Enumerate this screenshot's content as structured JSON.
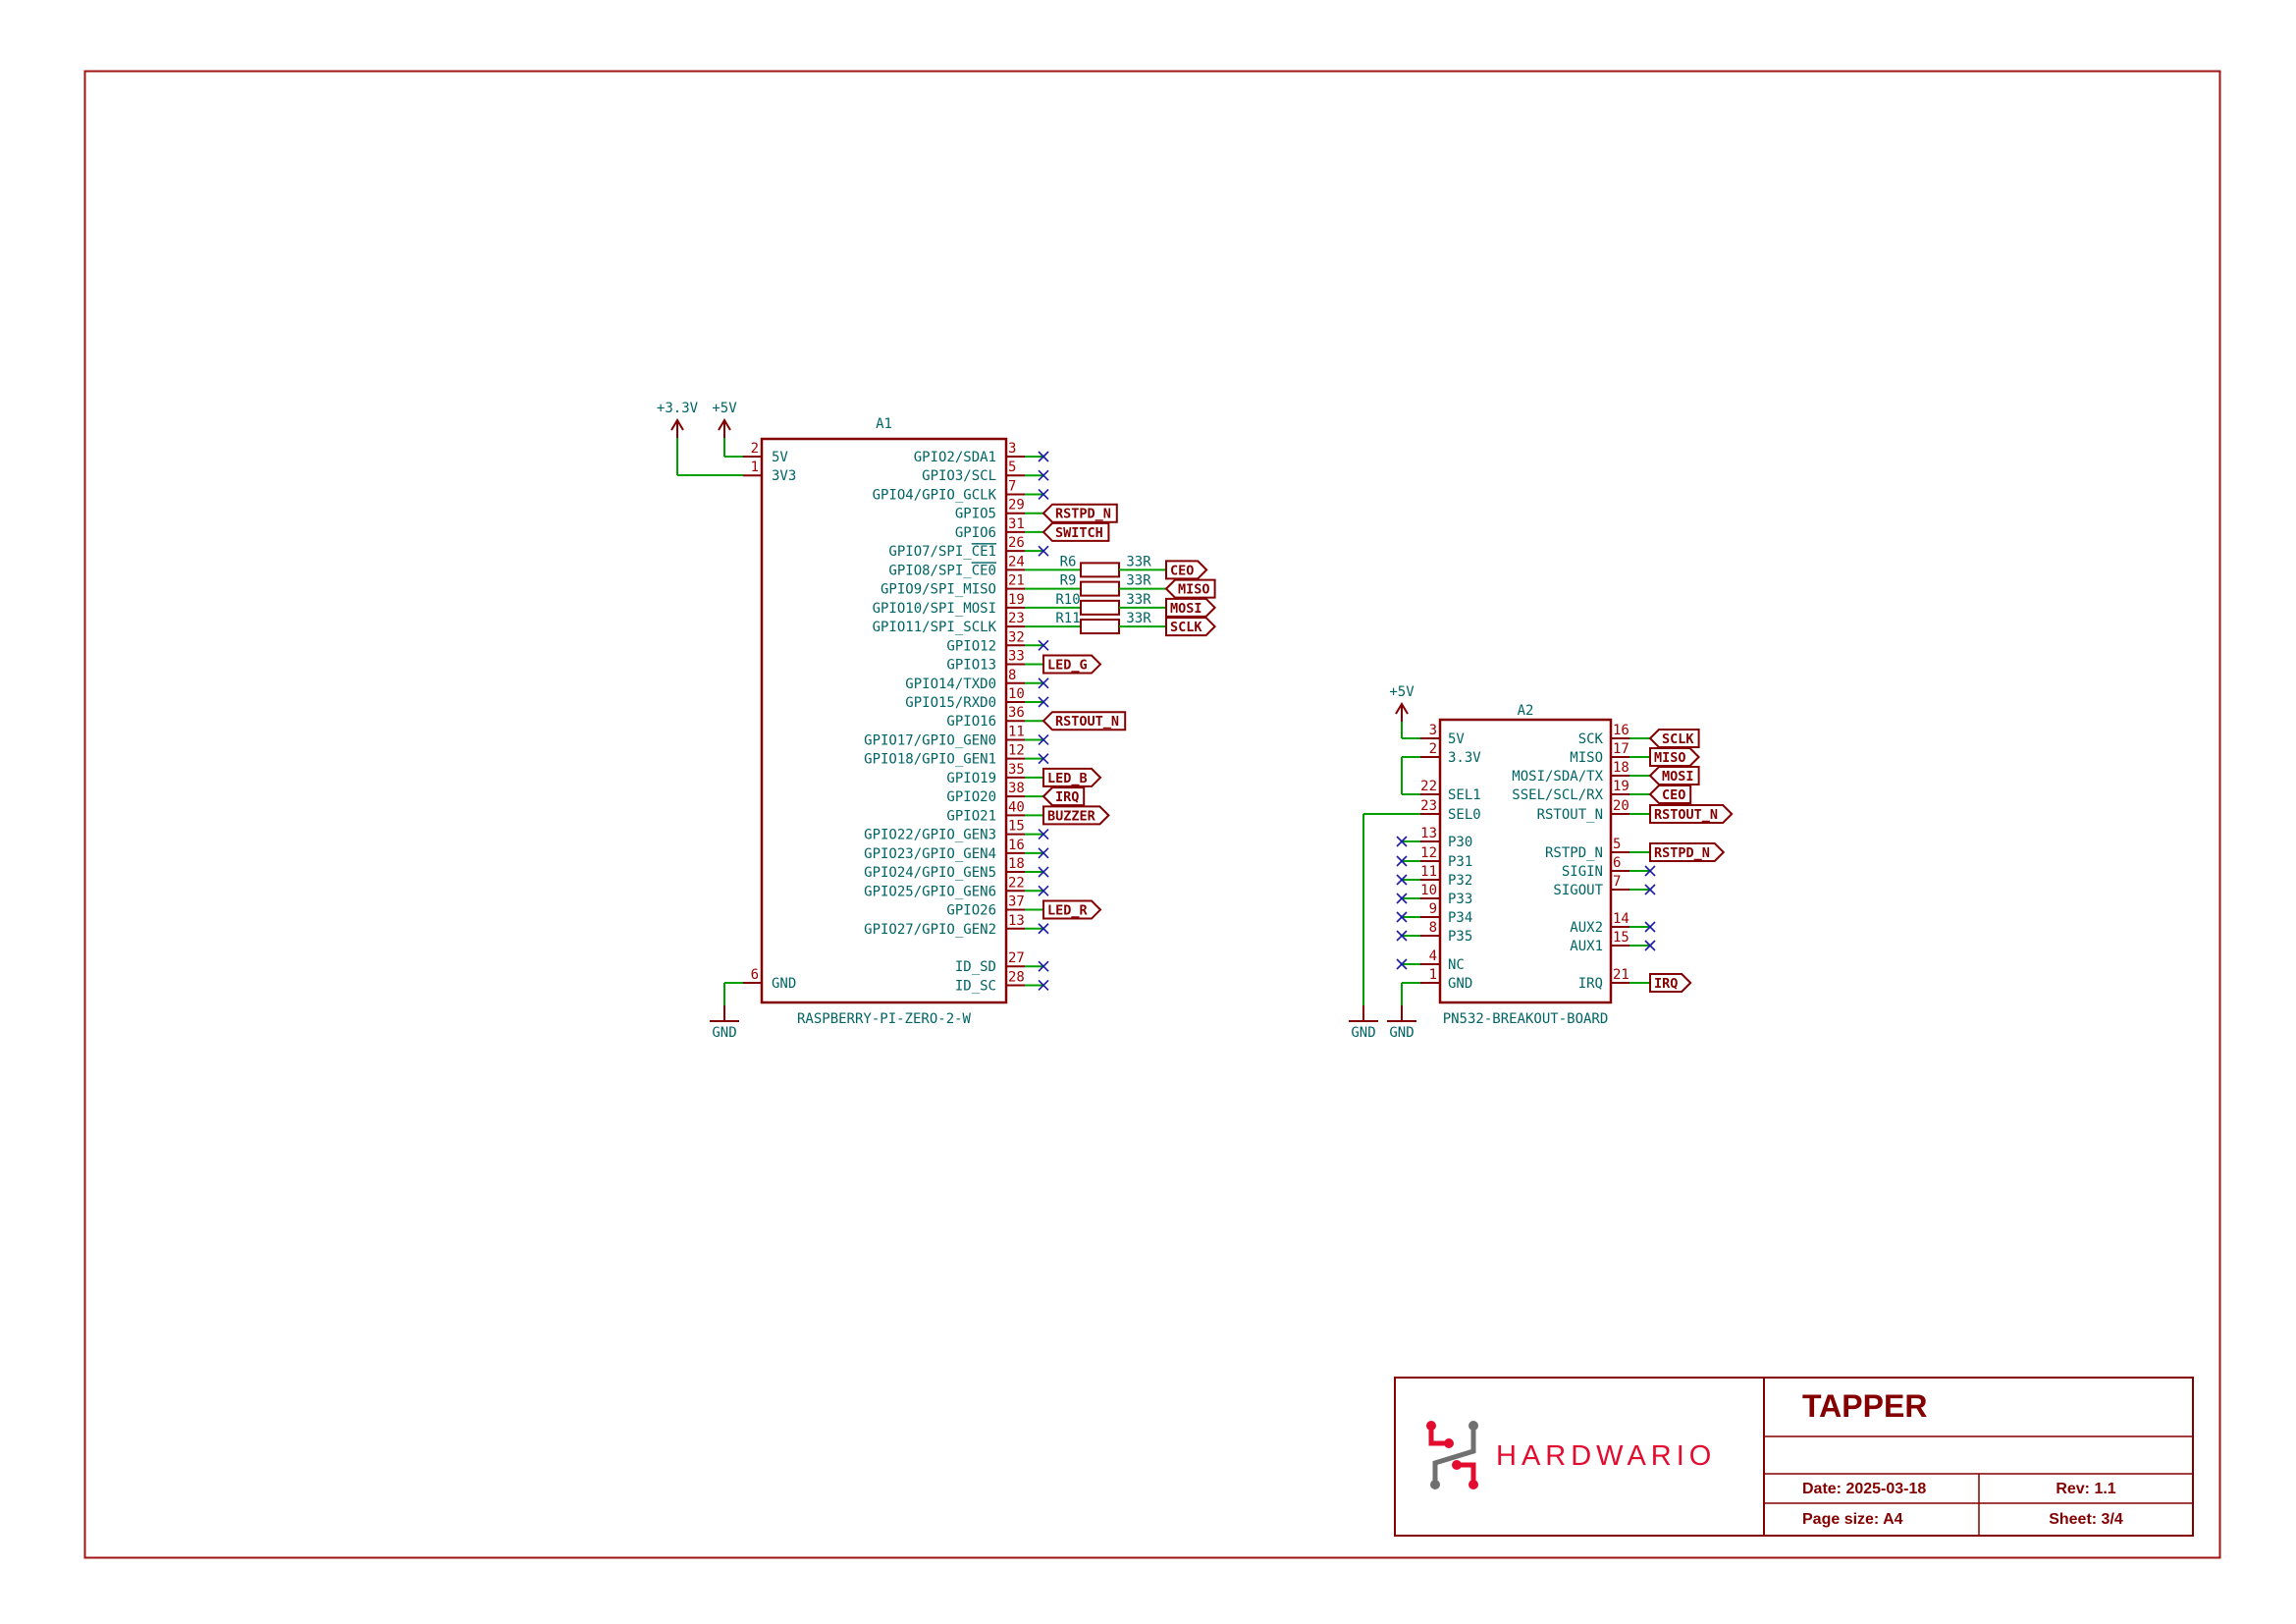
{
  "colors": {
    "symbol": "#840000",
    "wire": "#00a000",
    "text": "#006464",
    "pin_number": "#a00000",
    "no_connect": "#1a1aa8",
    "frame": "#a01414",
    "logo_red": "#e30b2e",
    "logo_gray": "#707070"
  },
  "power": {
    "v33": "+3.3V",
    "v5": "+5V",
    "v5_a2": "+5V",
    "gnd_a1": "GND",
    "gnd_a2_sel0": "GND",
    "gnd_a2": "GND"
  },
  "a1": {
    "ref": "A1",
    "value": "RASPBERRY-PI-ZERO-2-W",
    "left_pins": [
      {
        "num": "2",
        "name": "5V"
      },
      {
        "num": "1",
        "name": "3V3"
      },
      {
        "num": "6",
        "name": "GND"
      }
    ],
    "right_pins": [
      {
        "num": "3",
        "name": "GPIO2/SDA1",
        "conn": "nc"
      },
      {
        "num": "5",
        "name": "GPIO3/SCL",
        "conn": "nc"
      },
      {
        "num": "7",
        "name": "GPIO4/GPIO_GCLK",
        "conn": "nc"
      },
      {
        "num": "29",
        "name": "GPIO5",
        "conn": "label",
        "label": "RSTPD_N",
        "shape": "in"
      },
      {
        "num": "31",
        "name": "GPIO6",
        "conn": "label",
        "label": "SWITCH",
        "shape": "in"
      },
      {
        "num": "26",
        "name": "GPIO7/SPI_",
        "overline": "CE1",
        "conn": "nc"
      },
      {
        "num": "24",
        "name": "GPIO8/SPI_",
        "overline": "CE0",
        "conn": "res",
        "ref": "R6",
        "value": "33R",
        "label": "CEO",
        "shape": "out"
      },
      {
        "num": "21",
        "name": "GPIO9/SPI_MISO",
        "conn": "res",
        "ref": "R9",
        "value": "33R",
        "label": "MISO",
        "shape": "in"
      },
      {
        "num": "19",
        "name": "GPIO10/SPI_MOSI",
        "conn": "res",
        "ref": "R10",
        "value": "33R",
        "label": "MOSI",
        "shape": "out"
      },
      {
        "num": "23",
        "name": "GPIO11/SPI_SCLK",
        "conn": "res",
        "ref": "R11",
        "value": "33R",
        "label": "SCLK",
        "shape": "out"
      },
      {
        "num": "32",
        "name": "GPIO12",
        "conn": "nc"
      },
      {
        "num": "33",
        "name": "GPIO13",
        "conn": "label",
        "label": "LED_G",
        "shape": "out"
      },
      {
        "num": "8",
        "name": "GPIO14/TXD0",
        "conn": "nc"
      },
      {
        "num": "10",
        "name": "GPIO15/RXD0",
        "conn": "nc"
      },
      {
        "num": "36",
        "name": "GPIO16",
        "conn": "label",
        "label": "RSTOUT_N",
        "shape": "in"
      },
      {
        "num": "11",
        "name": "GPIO17/GPIO_GEN0",
        "conn": "nc"
      },
      {
        "num": "12",
        "name": "GPIO18/GPIO_GEN1",
        "conn": "nc"
      },
      {
        "num": "35",
        "name": "GPIO19",
        "conn": "label",
        "label": "LED_B",
        "shape": "out"
      },
      {
        "num": "38",
        "name": "GPIO20",
        "conn": "label",
        "label": "IRQ",
        "shape": "in"
      },
      {
        "num": "40",
        "name": "GPIO21",
        "conn": "label",
        "label": "BUZZER",
        "shape": "out"
      },
      {
        "num": "15",
        "name": "GPIO22/GPIO_GEN3",
        "conn": "nc"
      },
      {
        "num": "16",
        "name": "GPIO23/GPIO_GEN4",
        "conn": "nc"
      },
      {
        "num": "18",
        "name": "GPIO24/GPIO_GEN5",
        "conn": "nc"
      },
      {
        "num": "22",
        "name": "GPIO25/GPIO_GEN6",
        "conn": "nc"
      },
      {
        "num": "37",
        "name": "GPIO26",
        "conn": "label",
        "label": "LED_R",
        "shape": "out"
      },
      {
        "num": "13",
        "name": "GPIO27/GPIO_GEN2",
        "conn": "nc"
      },
      {
        "num": "27",
        "name": "ID_SD",
        "conn": "nc"
      },
      {
        "num": "28",
        "name": "ID_SC",
        "conn": "nc"
      }
    ]
  },
  "a2": {
    "ref": "A2",
    "value": "PN532-BREAKOUT-BOARD",
    "left_pins": [
      {
        "num": "3",
        "name": "5V",
        "conn": "5v"
      },
      {
        "num": "2",
        "name": "3.3V",
        "conn": "loop"
      },
      {
        "num": "22",
        "name": "SEL1",
        "conn": "loop"
      },
      {
        "num": "23",
        "name": "SEL0",
        "conn": "gnd_far"
      },
      {
        "num": "13",
        "name": "P30",
        "conn": "nc"
      },
      {
        "num": "12",
        "name": "P31",
        "conn": "nc"
      },
      {
        "num": "11",
        "name": "P32",
        "conn": "nc"
      },
      {
        "num": "10",
        "name": "P33",
        "conn": "nc"
      },
      {
        "num": "9",
        "name": "P34",
        "conn": "nc"
      },
      {
        "num": "8",
        "name": "P35",
        "conn": "nc"
      },
      {
        "num": "4",
        "name": "NC",
        "conn": "nc"
      },
      {
        "num": "1",
        "name": "GND",
        "conn": "gnd"
      }
    ],
    "right_pins": [
      {
        "num": "16",
        "name": "SCK",
        "conn": "label",
        "label": "SCLK",
        "shape": "in"
      },
      {
        "num": "17",
        "name": "MISO",
        "conn": "label",
        "label": "MISO",
        "shape": "out"
      },
      {
        "num": "18",
        "name": "MOSI/SDA/TX",
        "conn": "label",
        "label": "MOSI",
        "shape": "in"
      },
      {
        "num": "19",
        "name": "SSEL/SCL/RX",
        "conn": "label",
        "label": "CEO",
        "shape": "in"
      },
      {
        "num": "20",
        "name": "RSTOUT_N",
        "conn": "label",
        "label": "RSTOUT_N",
        "shape": "out"
      },
      {
        "num": "5",
        "name": "RSTPD_N",
        "conn": "label",
        "label": "RSTPD_N",
        "shape": "out"
      },
      {
        "num": "6",
        "name": "SIGIN",
        "conn": "nc"
      },
      {
        "num": "7",
        "name": "SIGOUT",
        "conn": "nc"
      },
      {
        "num": "14",
        "name": "AUX2",
        "conn": "nc"
      },
      {
        "num": "15",
        "name": "AUX1",
        "conn": "nc"
      },
      {
        "num": "21",
        "name": "IRQ",
        "conn": "label",
        "label": "IRQ",
        "shape": "out"
      }
    ]
  },
  "title_block": {
    "logo_text": "HARDWARIO",
    "title": "TAPPER",
    "date": "Date: 2025-03-18",
    "rev": "Rev: 1.1",
    "page_size": "Page size: A4",
    "sheet": "Sheet: 3/4"
  }
}
